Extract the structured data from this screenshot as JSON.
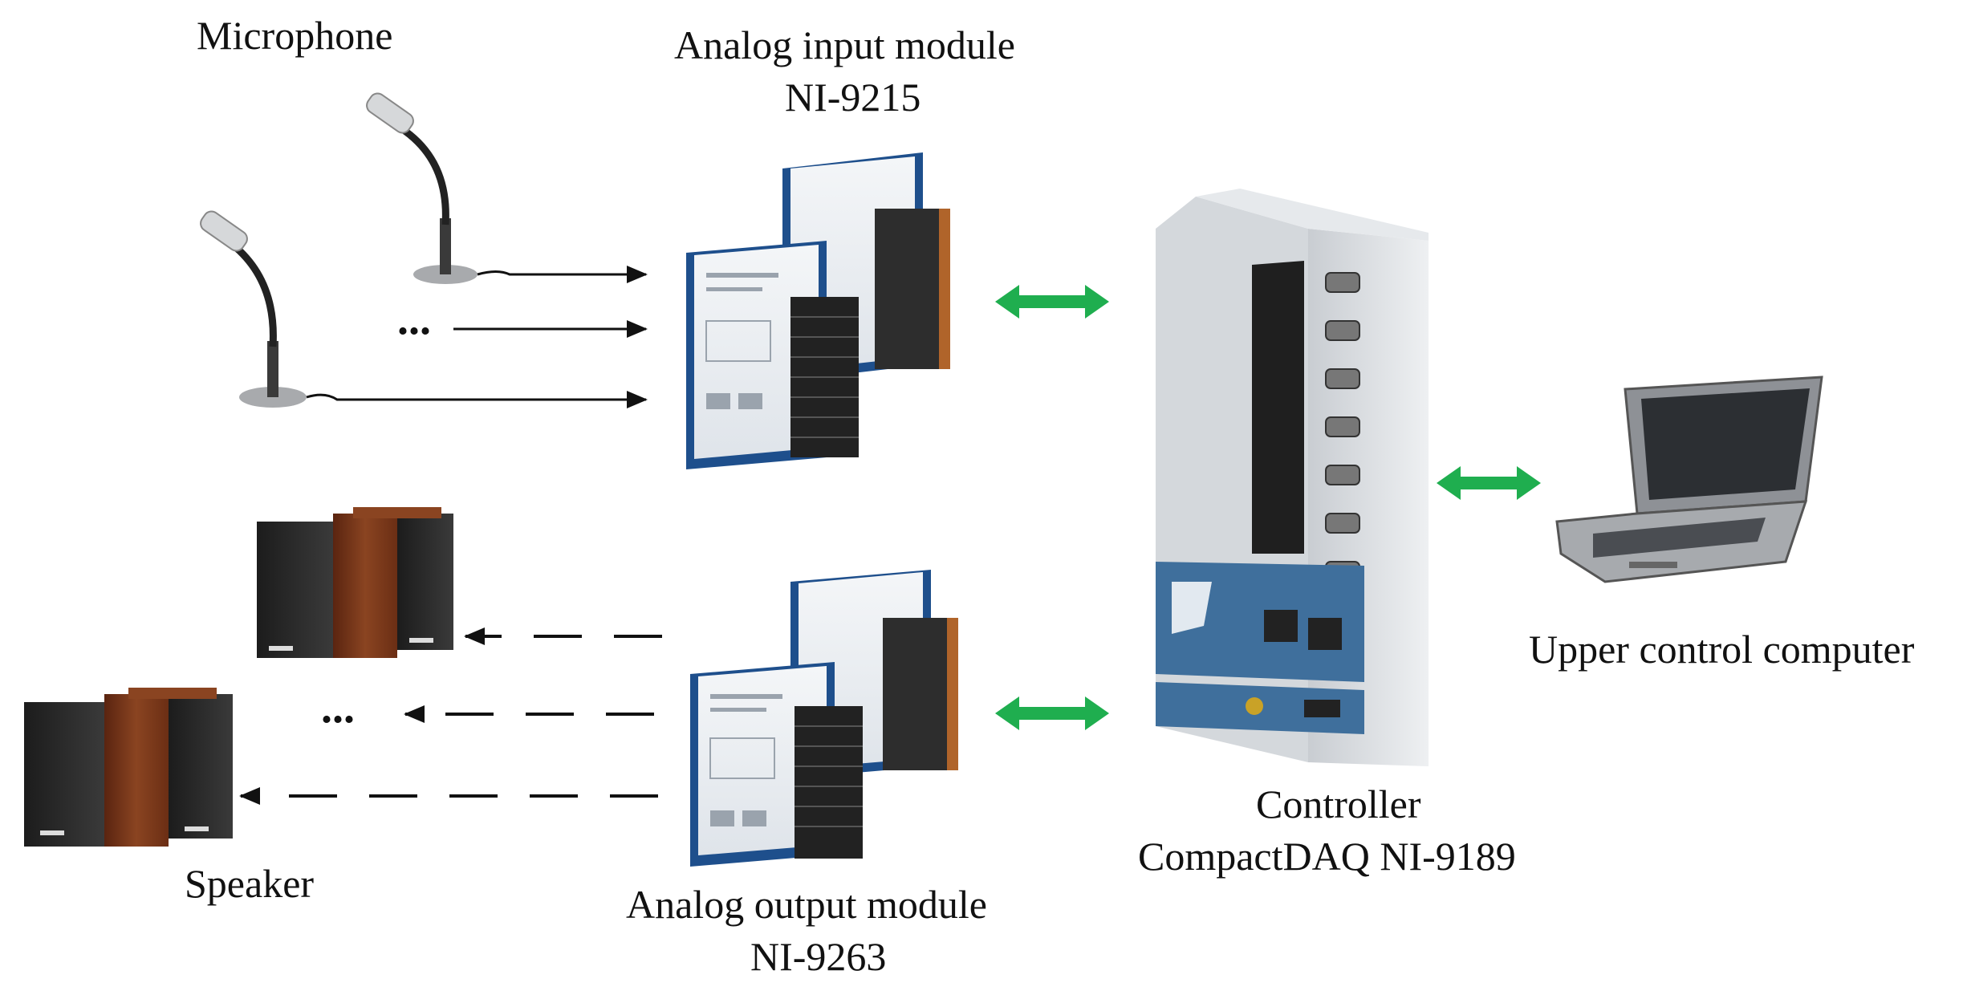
{
  "labels": {
    "microphone": "Microphone",
    "analog_input_module": "Analog input module",
    "analog_input_model": "NI-9215",
    "analog_output_module": "Analog output module",
    "analog_output_model": "NI-9263",
    "speaker": "Speaker",
    "controller": "Controller",
    "controller_model": "CompactDAQ NI-9189",
    "computer": "Upper control computer",
    "ellipsis_input": "...",
    "ellipsis_output": "..."
  },
  "icons": {
    "microphone": "microphone-icon",
    "input_module": "io-module-icon",
    "output_module": "io-module-icon",
    "controller": "chassis-icon",
    "computer": "laptop-icon",
    "speaker": "speaker-icon",
    "link": "double-arrow-icon"
  },
  "colors": {
    "link_arrow": "#1fae4f",
    "module_blue": "#1e4f8c",
    "speaker_wood": "#7a3a1c",
    "speaker_grille": "#2a2a2a"
  }
}
